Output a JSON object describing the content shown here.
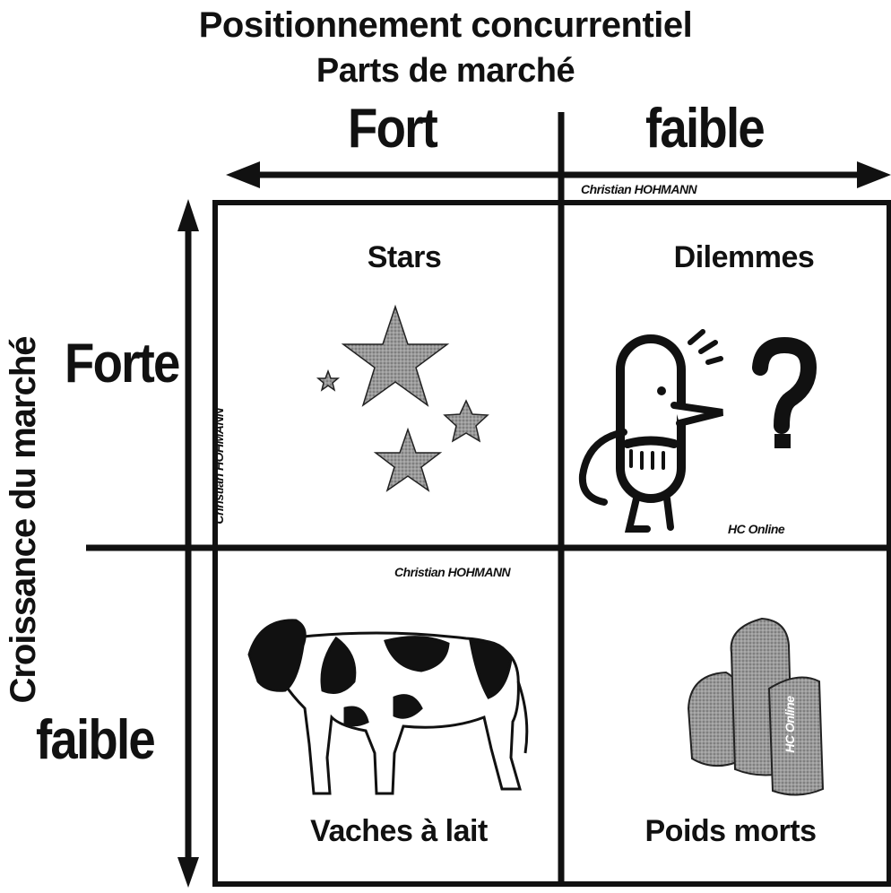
{
  "title": {
    "line1": "Positionnement concurrentiel",
    "line2": "Parts de marché"
  },
  "x_axis": {
    "left_label": "Fort",
    "right_label": "faible"
  },
  "y_axis": {
    "title": "Croissance du marché",
    "top_label": "Forte",
    "bottom_label": "faible"
  },
  "quadrants": {
    "top_left": {
      "label": "Stars",
      "icon": "stars-icon"
    },
    "top_right": {
      "label": "Dilemmes",
      "icon": "question-bird-icon"
    },
    "bottom_left": {
      "label": "Vaches à lait",
      "icon": "cow-icon"
    },
    "bottom_right": {
      "label": "Poids morts",
      "icon": "trash-bags-icon"
    }
  },
  "credits": {
    "top_center": "Christian HOHMANN",
    "left_vertical": "Christian HOHMANN",
    "top_right_quadrant": "HC Online",
    "bottom_left_quadrant": "Christian HOHMANN",
    "trash_bag": "HC Online"
  }
}
